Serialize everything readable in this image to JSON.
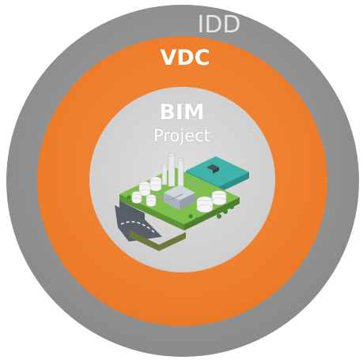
{
  "diagram": {
    "outer_ring": {
      "label": "IDD",
      "color": "#8c8c8c"
    },
    "middle_ring": {
      "label": "VDC",
      "color": "#ec7a28"
    },
    "inner_circle": {
      "label": "BIM",
      "sublabel": "Project",
      "color": "#d5d5d5"
    },
    "illustration_icon": "isometric-industrial-plant-icon"
  }
}
